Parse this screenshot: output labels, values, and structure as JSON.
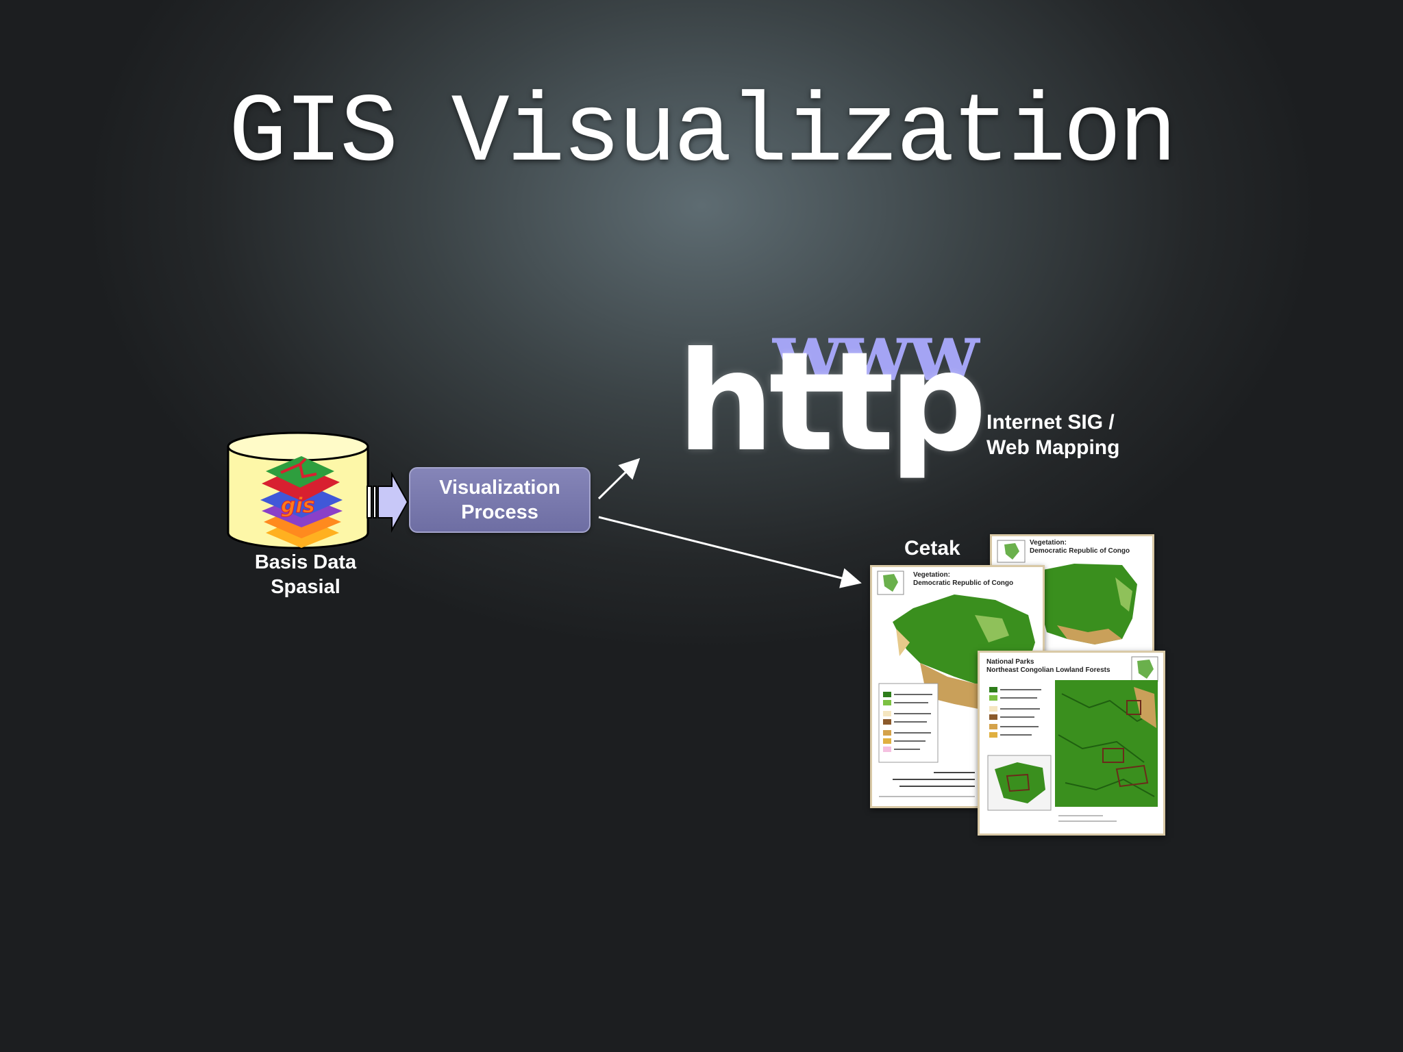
{
  "slide": {
    "title": "GIS Visualization"
  },
  "database": {
    "label": "Basis Data\nSpasial",
    "icon_text": "gis"
  },
  "process": {
    "label": "Visualization\nProcess"
  },
  "web": {
    "www_text": "www",
    "http_text": "http",
    "label": "Internet SIG /\nWeb Mapping"
  },
  "print": {
    "label": "Cetak",
    "maps": [
      {
        "title": "Vegetation:\nDemocratic Republic of Congo"
      },
      {
        "title": "Vegetation:\nDemocratic Republic of Congo"
      },
      {
        "title": "National Parks\nNortheast Congolian Lowland Forests"
      }
    ]
  },
  "colors": {
    "process_fill": "#7a7ab0",
    "www_color": "#a4a4f4",
    "db_fill": "#fdf7a8",
    "forest_green": "#3a8f1e"
  }
}
